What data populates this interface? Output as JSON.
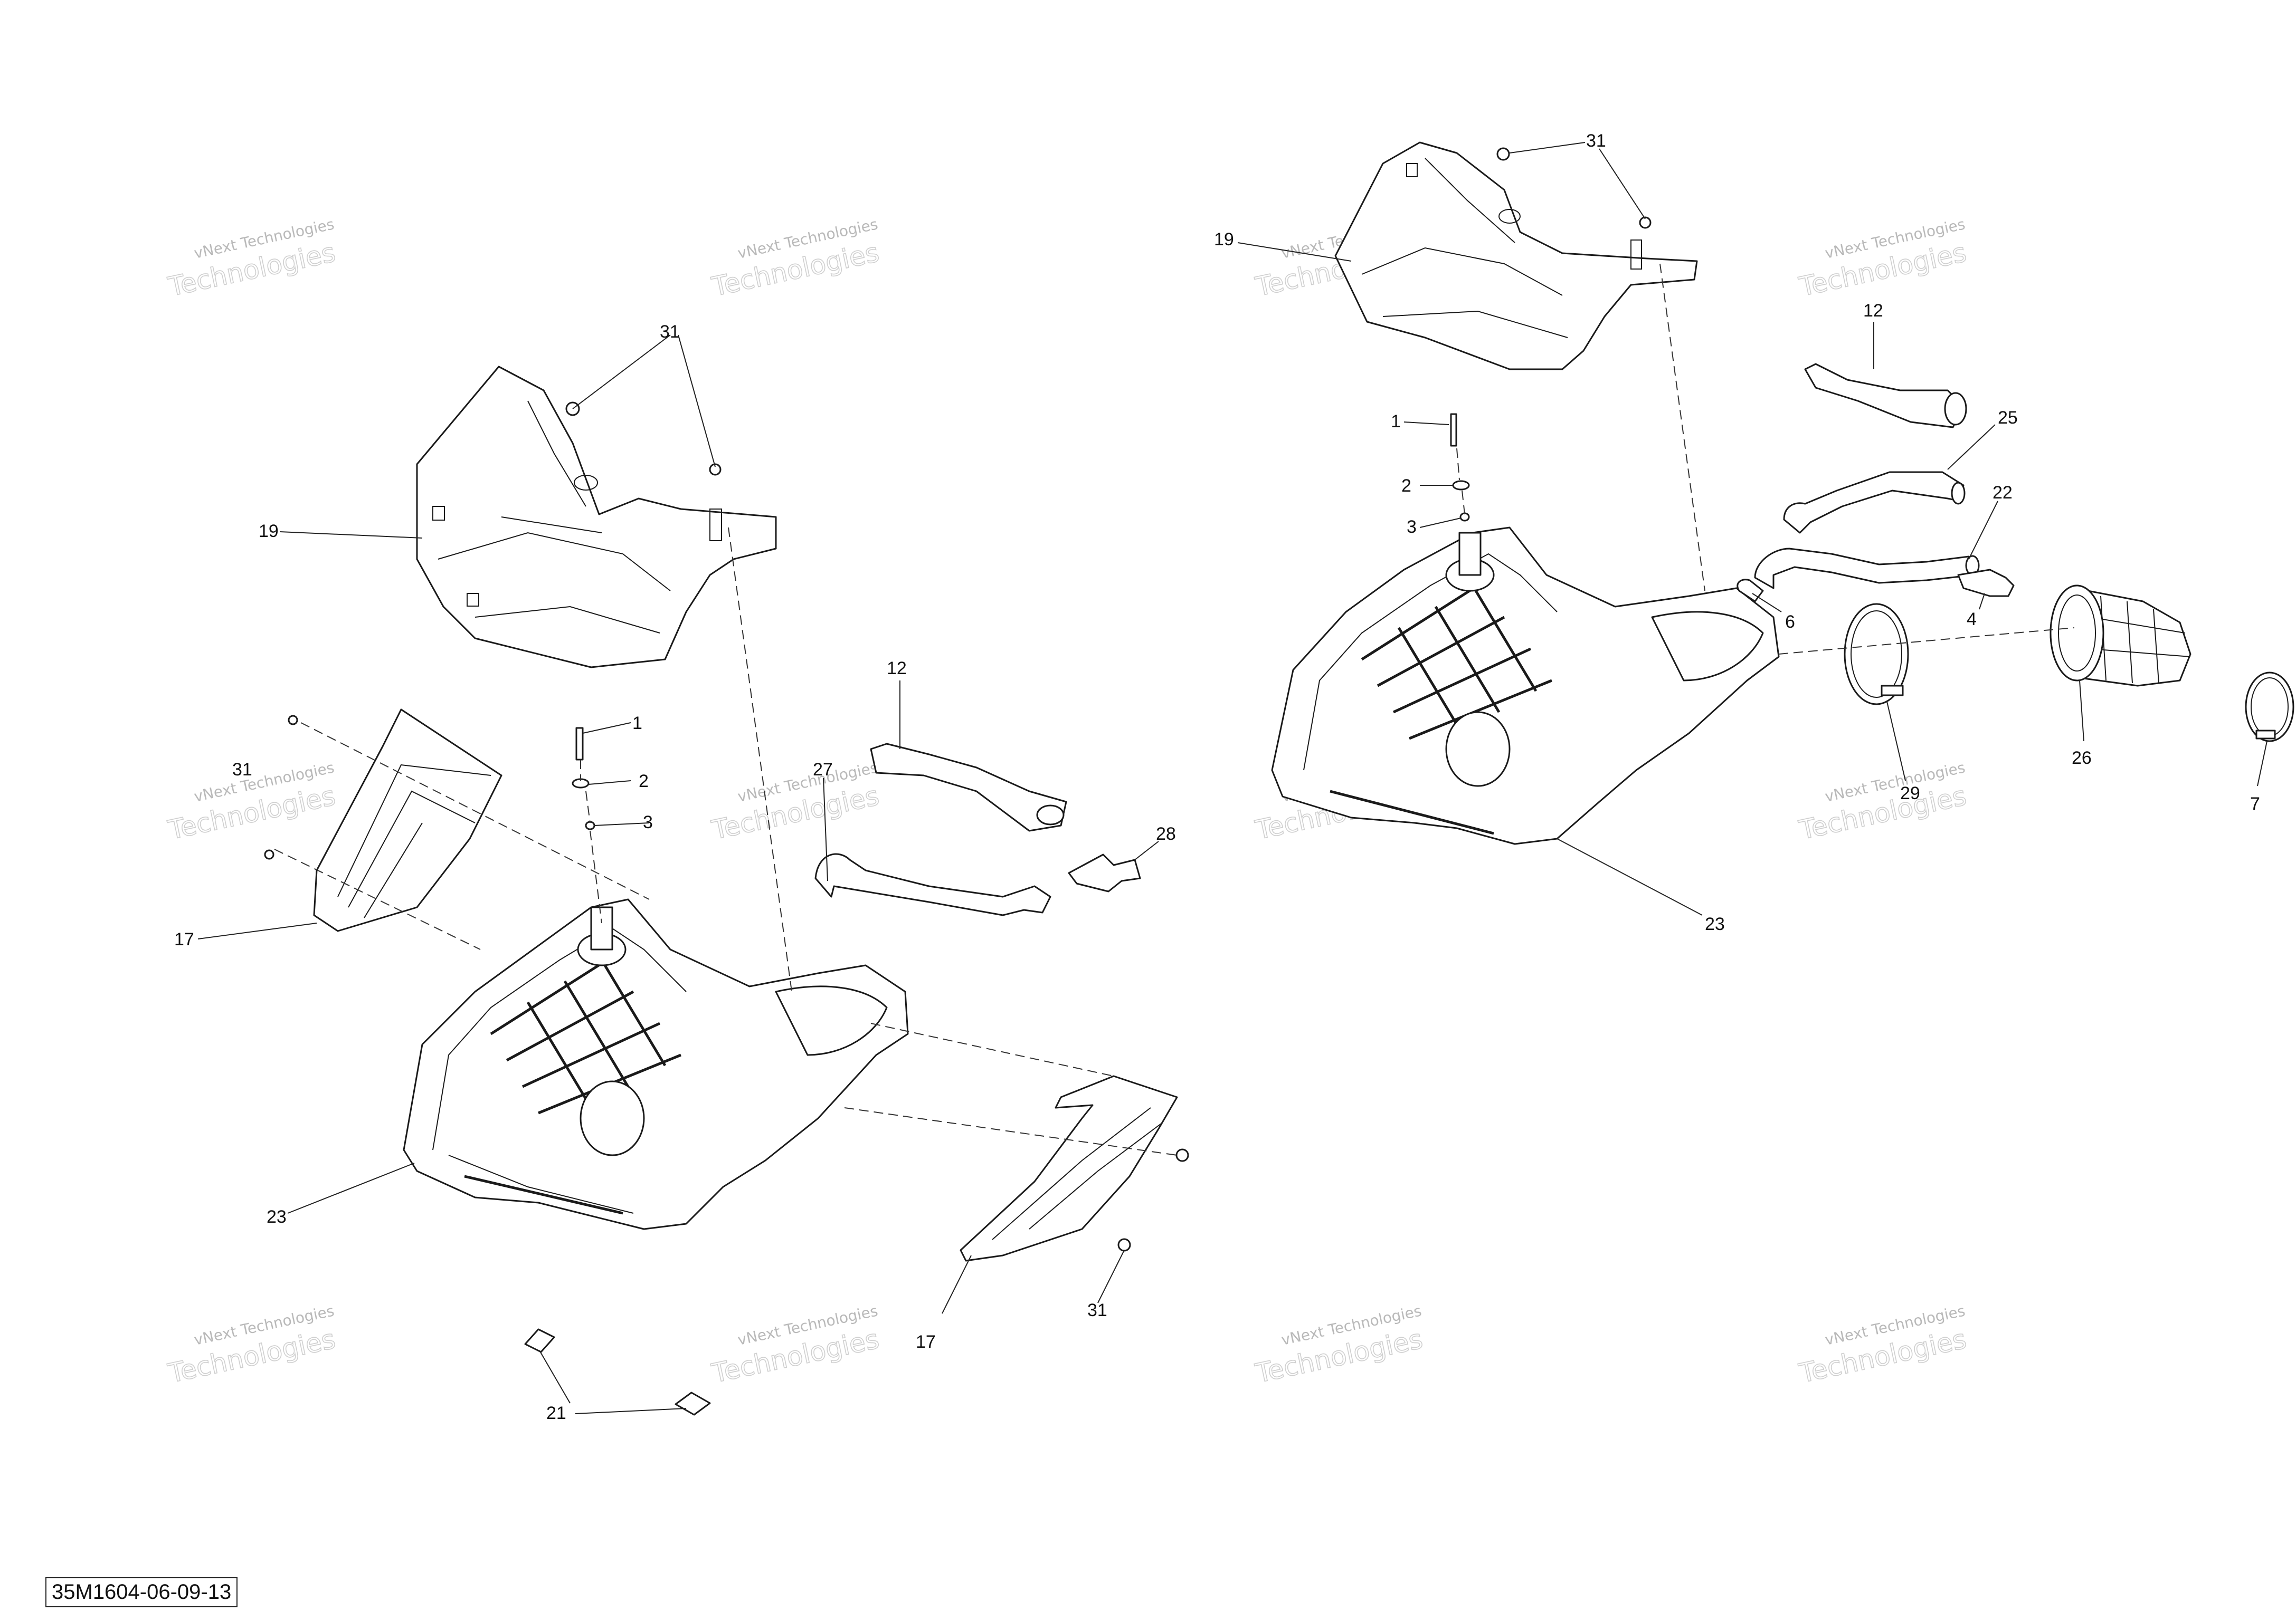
{
  "reference_code": "35M1604-06-09-13",
  "watermark": {
    "line1": "vNext Technologies",
    "line2": "Technologies"
  },
  "labels": {
    "L31a": "31",
    "L19a": "19",
    "L1a": "1",
    "L2a": "2",
    "L3a": "3",
    "L12a": "12",
    "L27": "27",
    "L28": "28",
    "L31b": "31",
    "L17a": "17",
    "L23a": "23",
    "L31c": "31",
    "L17b": "17",
    "L21": "21",
    "L31d": "31",
    "L19b": "19",
    "L12b": "12",
    "L25": "25",
    "L22": "22",
    "L1b": "1",
    "L2b": "2",
    "L3b": "3",
    "L6": "6",
    "L4": "4",
    "L26": "26",
    "L29": "29",
    "L7": "7",
    "L23b": "23"
  }
}
